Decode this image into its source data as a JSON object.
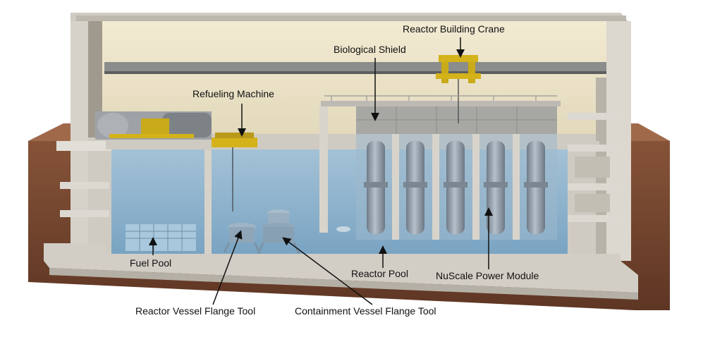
{
  "labels": {
    "reactor_building_crane": "Reactor Building Crane",
    "biological_shield": "Biological Shield",
    "refueling_machine": "Refueling Machine",
    "fuel_pool": "Fuel Pool",
    "reactor_pool": "Reactor Pool",
    "nuscale_power_module": "NuScale Power Module",
    "reactor_vessel_flange_tool": "Reactor Vessel Flange Tool",
    "containment_vessel_flange_tool": "Containment Vessel Flange Tool"
  },
  "colors": {
    "soil": "#7a4a32",
    "concrete": "#d9d6cf",
    "wall_interior": "#efe7cf",
    "water": "#8fb6d2",
    "crane": "#d4b21a",
    "module": "#8e9aa6"
  }
}
